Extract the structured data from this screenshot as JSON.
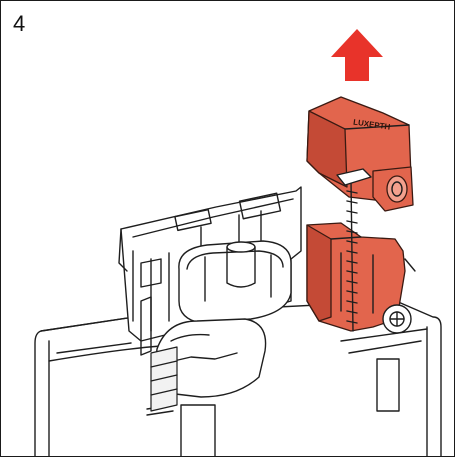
{
  "step": {
    "number": "4"
  },
  "logo": {
    "text": "LUXEPTH"
  },
  "colors": {
    "part_fill": "#e2654d",
    "part_shadow": "#c44a36",
    "arrow": "#e8332a",
    "line": "#1e1e1e"
  },
  "arrow": {
    "direction": "up"
  }
}
